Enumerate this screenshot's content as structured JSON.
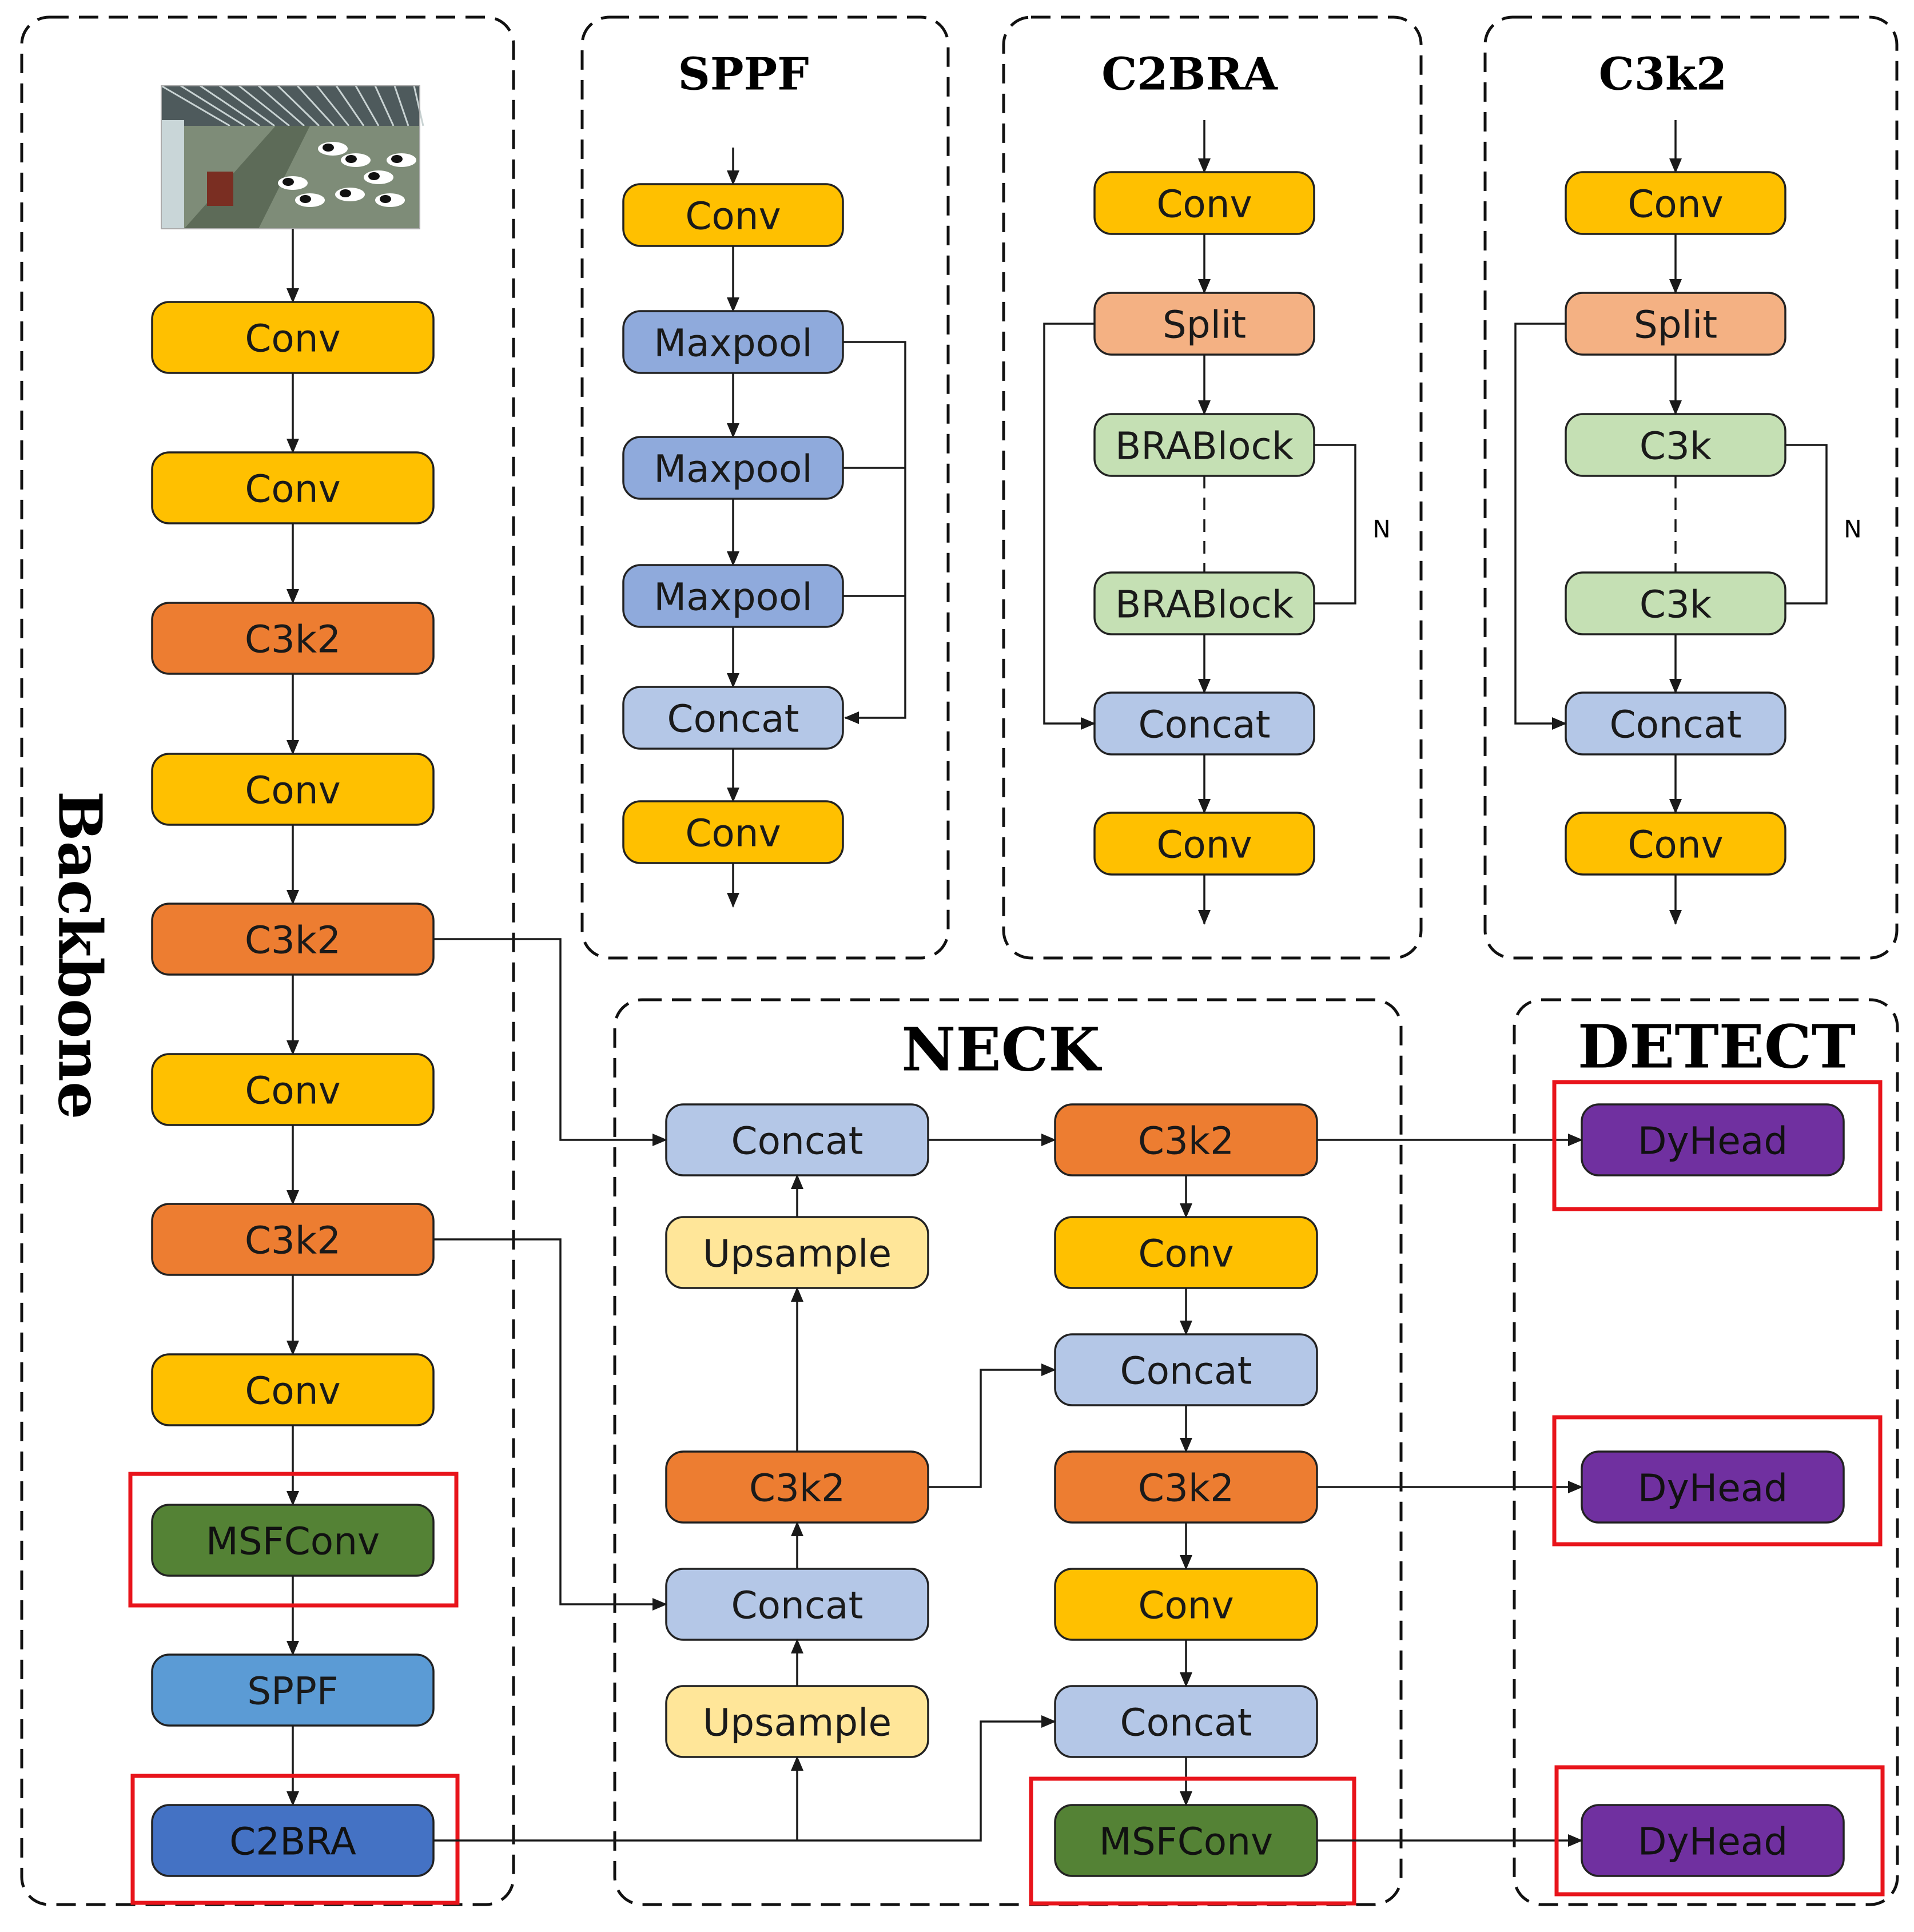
{
  "colors": {
    "conv": "#ffc000",
    "c3k2": "#ed7d31",
    "maxpool": "#8faadc",
    "concat": "#b4c7e7",
    "split": "#f4b183",
    "brablock": "#c5e0b4",
    "upsample": "#ffe699",
    "msfconv": "#548235",
    "sppf": "#5b9bd5",
    "c2bra": "#4472c4",
    "dyhead": "#7030a0",
    "highlight": "#e8141b"
  },
  "panels": {
    "backbone": {
      "title": "Backbone"
    },
    "sppf": {
      "title": "SPPF"
    },
    "c2bra": {
      "title": "C2BRA"
    },
    "c3k2": {
      "title": "C3k2"
    },
    "neck": {
      "title": "NECK"
    },
    "detect": {
      "title": "DETECT"
    }
  },
  "input_image": {
    "icon": "barn-cows-photo-icon"
  },
  "backbone": {
    "blocks": [
      {
        "label": "Conv",
        "kind": "conv"
      },
      {
        "label": "Conv",
        "kind": "conv"
      },
      {
        "label": "C3k2",
        "kind": "c3k2"
      },
      {
        "label": "Conv",
        "kind": "conv"
      },
      {
        "label": "C3k2",
        "kind": "c3k2"
      },
      {
        "label": "Conv",
        "kind": "conv"
      },
      {
        "label": "C3k2",
        "kind": "c3k2"
      },
      {
        "label": "Conv",
        "kind": "conv"
      },
      {
        "label": "MSFConv",
        "kind": "msfconv",
        "highlighted": true
      },
      {
        "label": "SPPF",
        "kind": "sppf"
      },
      {
        "label": "C2BRA",
        "kind": "c2bra",
        "highlighted": true
      }
    ]
  },
  "sppf_detail": {
    "blocks": [
      {
        "label": "Conv",
        "kind": "conv"
      },
      {
        "label": "Maxpool",
        "kind": "maxpool"
      },
      {
        "label": "Maxpool",
        "kind": "maxpool"
      },
      {
        "label": "Maxpool",
        "kind": "maxpool"
      },
      {
        "label": "Concat",
        "kind": "concat"
      },
      {
        "label": "Conv",
        "kind": "conv"
      }
    ]
  },
  "c2bra_detail": {
    "blocks": [
      {
        "label": "Conv",
        "kind": "conv"
      },
      {
        "label": "Split",
        "kind": "split"
      },
      {
        "label": "BRABlock",
        "kind": "brablock"
      },
      {
        "label": "BRABlock",
        "kind": "brablock"
      },
      {
        "label": "Concat",
        "kind": "concat"
      },
      {
        "label": "Conv",
        "kind": "conv"
      }
    ],
    "repeat_label": "N"
  },
  "c3k2_detail": {
    "blocks": [
      {
        "label": "Conv",
        "kind": "conv"
      },
      {
        "label": "Split",
        "kind": "split"
      },
      {
        "label": "C3k",
        "kind": "brablock"
      },
      {
        "label": "C3k",
        "kind": "brablock"
      },
      {
        "label": "Concat",
        "kind": "concat"
      },
      {
        "label": "Conv",
        "kind": "conv"
      }
    ],
    "repeat_label": "N"
  },
  "neck": {
    "left_column": [
      {
        "label": "Concat",
        "kind": "concat"
      },
      {
        "label": "Upsample",
        "kind": "upsample"
      },
      {
        "label": "C3k2",
        "kind": "c3k2"
      },
      {
        "label": "Concat",
        "kind": "concat"
      },
      {
        "label": "Upsample",
        "kind": "upsample"
      }
    ],
    "right_column": [
      {
        "label": "C3k2",
        "kind": "c3k2"
      },
      {
        "label": "Conv",
        "kind": "conv"
      },
      {
        "label": "Concat",
        "kind": "concat"
      },
      {
        "label": "C3k2",
        "kind": "c3k2"
      },
      {
        "label": "Conv",
        "kind": "conv"
      },
      {
        "label": "Concat",
        "kind": "concat"
      },
      {
        "label": "MSFConv",
        "kind": "msfconv",
        "highlighted": true
      }
    ]
  },
  "detect": {
    "heads": [
      {
        "label": "DyHead",
        "kind": "dyhead",
        "highlighted": true
      },
      {
        "label": "DyHead",
        "kind": "dyhead",
        "highlighted": true
      },
      {
        "label": "DyHead",
        "kind": "dyhead",
        "highlighted": true
      }
    ]
  }
}
